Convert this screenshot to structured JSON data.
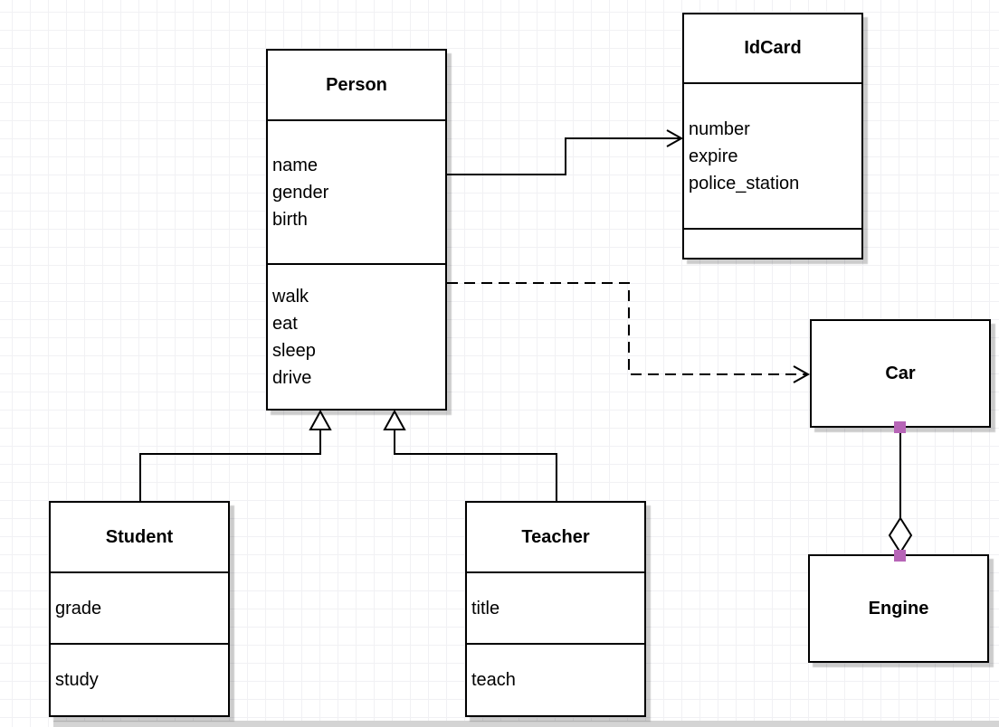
{
  "diagram_type": "uml-class-diagram",
  "classes": {
    "person": {
      "title": "Person",
      "attributes": [
        "name",
        "gender",
        "birth"
      ],
      "methods": [
        "walk",
        "eat",
        "sleep",
        "drive"
      ]
    },
    "idcard": {
      "title": "IdCard",
      "attributes": [
        "number",
        "expire",
        "police_station"
      ],
      "methods": []
    },
    "car": {
      "title": "Car",
      "attributes": [],
      "methods": []
    },
    "engine": {
      "title": "Engine",
      "attributes": [],
      "methods": []
    },
    "student": {
      "title": "Student",
      "attributes": [
        "grade"
      ],
      "methods": [
        "study"
      ]
    },
    "teacher": {
      "title": "Teacher",
      "attributes": [
        "title"
      ],
      "methods": [
        "teach"
      ]
    }
  },
  "relationships": [
    {
      "from": "Person",
      "to": "IdCard",
      "type": "association",
      "line": "solid",
      "arrow": "open"
    },
    {
      "from": "Person",
      "to": "Car",
      "type": "dependency",
      "line": "dashed",
      "arrow": "open"
    },
    {
      "from": "Student",
      "to": "Person",
      "type": "generalization",
      "line": "solid",
      "arrow": "hollow-triangle"
    },
    {
      "from": "Teacher",
      "to": "Person",
      "type": "generalization",
      "line": "solid",
      "arrow": "hollow-triangle"
    },
    {
      "from": "Car",
      "to": "Engine",
      "type": "aggregation",
      "line": "solid",
      "arrow": "hollow-diamond"
    }
  ],
  "colors": {
    "shape_stroke": "#000000",
    "shape_fill": "#ffffff",
    "shadow": "rgba(0,0,0,0.20)",
    "grid_line": "#f1f1f4",
    "connection_point": "#b765b7",
    "canvas_strip": "#d4d4d4"
  }
}
